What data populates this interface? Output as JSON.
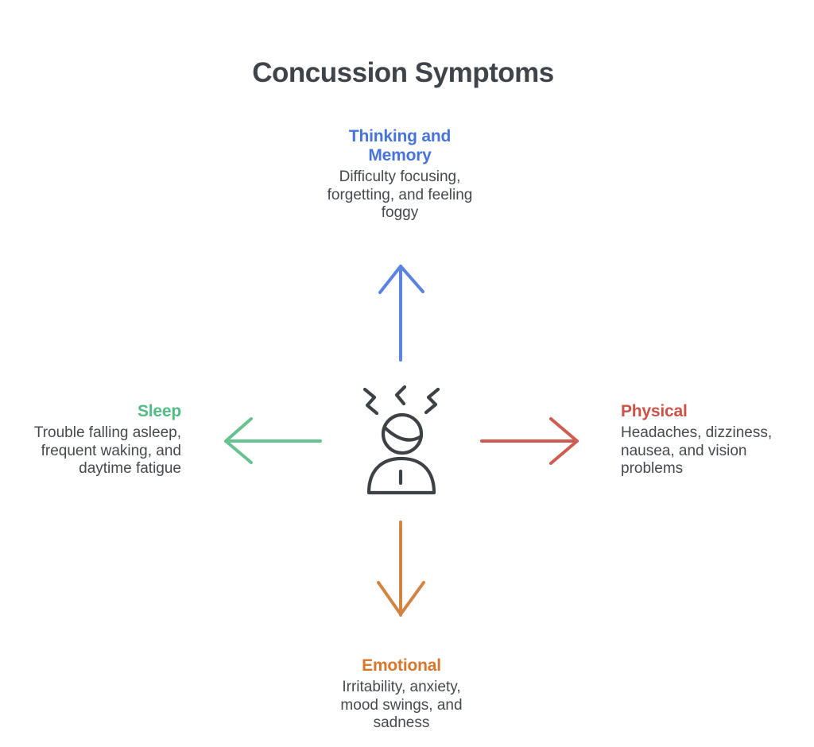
{
  "title": {
    "text": "Concussion Symptoms",
    "color": "#3f434a"
  },
  "background_color": "#ffffff",
  "text": {
    "description_color": "#46494e"
  },
  "center_icon": {
    "name": "stressed-person-icon",
    "stroke_color": "#3e4247"
  },
  "sections": {
    "thinking": {
      "label": "Thinking and\nMemory",
      "description": "Difficulty focusing,\nforgetting, and feeling\nfoggy",
      "label_color": "#4674da",
      "arrow_color": "#5a83e2",
      "arrow_direction": "up"
    },
    "sleep": {
      "label": "Sleep",
      "description": "Trouble falling asleep,\nfrequent waking, and\ndaytime fatigue",
      "label_color": "#52bc84",
      "arrow_color": "#66c28e",
      "arrow_direction": "left"
    },
    "physical": {
      "label": "Physical",
      "description": "Headaches, dizziness,\nnausea, and vision\nproblems",
      "label_color": "#cc5146",
      "arrow_color": "#d05b50",
      "arrow_direction": "right"
    },
    "emotional": {
      "label": "Emotional",
      "description": "Irritability, anxiety,\nmood swings, and\nsadness",
      "label_color": "#d5782e",
      "arrow_color": "#d28540",
      "arrow_direction": "down"
    }
  }
}
